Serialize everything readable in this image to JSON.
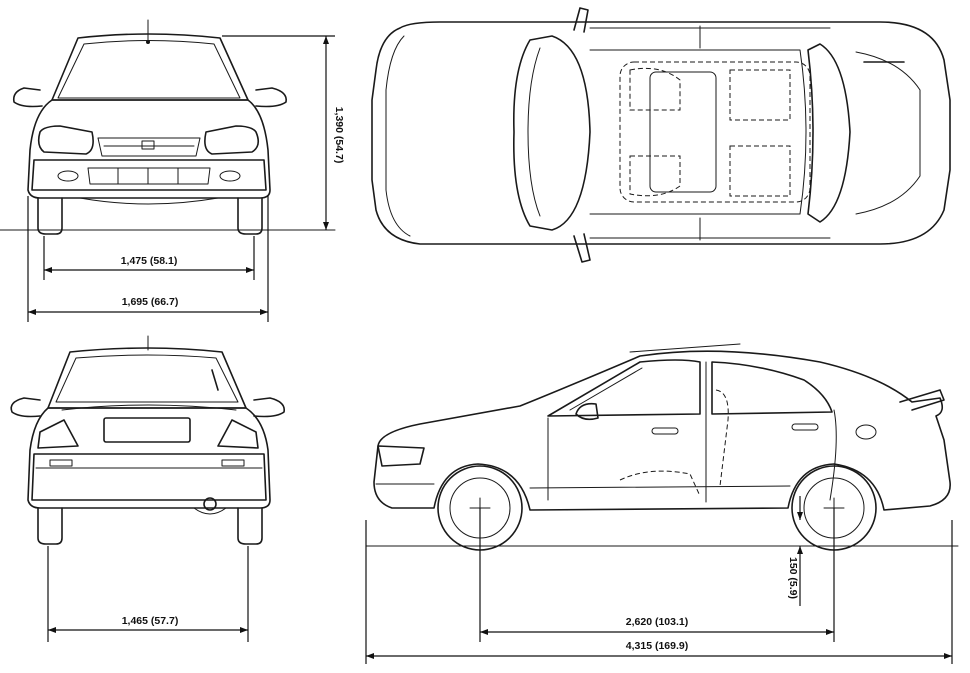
{
  "dimensions": {
    "front_track": "1,475 (58.1)",
    "overall_width": "1,695 (66.7)",
    "overall_height": "1,390 (54.7)",
    "rear_track": "1,465 (57.7)",
    "wheelbase": "2,620 (103.1)",
    "overall_length": "4,315 (169.9)",
    "ground_clearance": "150 (5.9)"
  },
  "views": [
    "front-view",
    "top-view",
    "rear-view",
    "side-view"
  ],
  "colors": {
    "line": "#1a1a1a",
    "background": "#ffffff"
  }
}
